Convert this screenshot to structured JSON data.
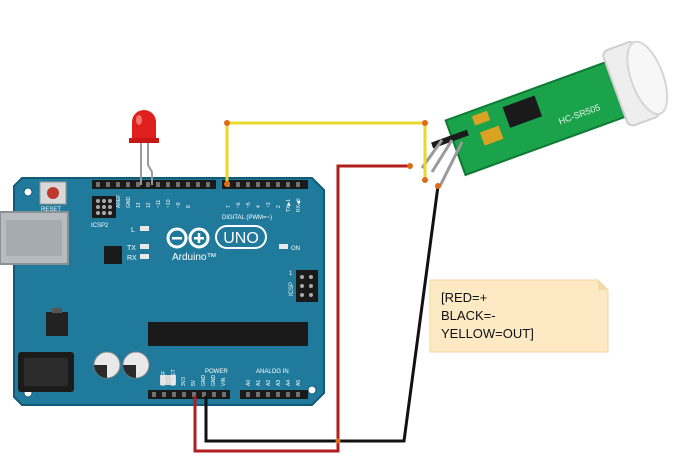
{
  "board": {
    "reset_label": "RESET",
    "icsp2_label": "ICSP2",
    "icsp_label": "ICSP",
    "aref_label": "AREF",
    "gnd_label": "GND",
    "pin13_label": "13",
    "pin12_label": "12",
    "pin11_label": "~11",
    "pin10_label": "~10",
    "pin9_label": "~9",
    "pin8_label": "8",
    "pin7_label": "7",
    "pin6_label": "~6",
    "pin5_label": "~5",
    "pin4_label": "4",
    "pin3_label": "~3",
    "pin2_label": "2",
    "tx1_label": "TX▶1",
    "rx0_label": "RX◀0",
    "digital_label": "DIGITAL (PWM=~)",
    "l_led_label": "L",
    "tx_label": "TX",
    "rx_label": "RX",
    "brand_label": "Arduino™",
    "model_label": "UNO",
    "on_label": "ON",
    "icsp_pin_label": "1",
    "ioref_label": "IOREF",
    "reset_pin_label": "RESET",
    "v33_label": "3V3",
    "v5_label": "5V",
    "gnd1_label": "GND",
    "gnd2_label": "GND",
    "vin_label": "VIN",
    "power_label": "POWER",
    "analog_label": "ANALOG IN",
    "a0_label": "A0",
    "a1_label": "A1",
    "a2_label": "A2",
    "a3_label": "A3",
    "a4_label": "A4",
    "a5_label": "A5"
  },
  "sensor": {
    "model_text": "HC-SR505"
  },
  "note": {
    "line1": "[RED=+",
    "line2": "BLACK=-",
    "line3": "YELLOW=OUT]"
  },
  "colors": {
    "board": "#1f7a9c",
    "board_edge": "#135a75",
    "pcb_green": "#1aa34a",
    "wire_red": "#b01e1e",
    "wire_black": "#111111",
    "wire_yellow": "#e8d92a",
    "note_bg": "#fde9c4",
    "led": "#e0201e"
  }
}
